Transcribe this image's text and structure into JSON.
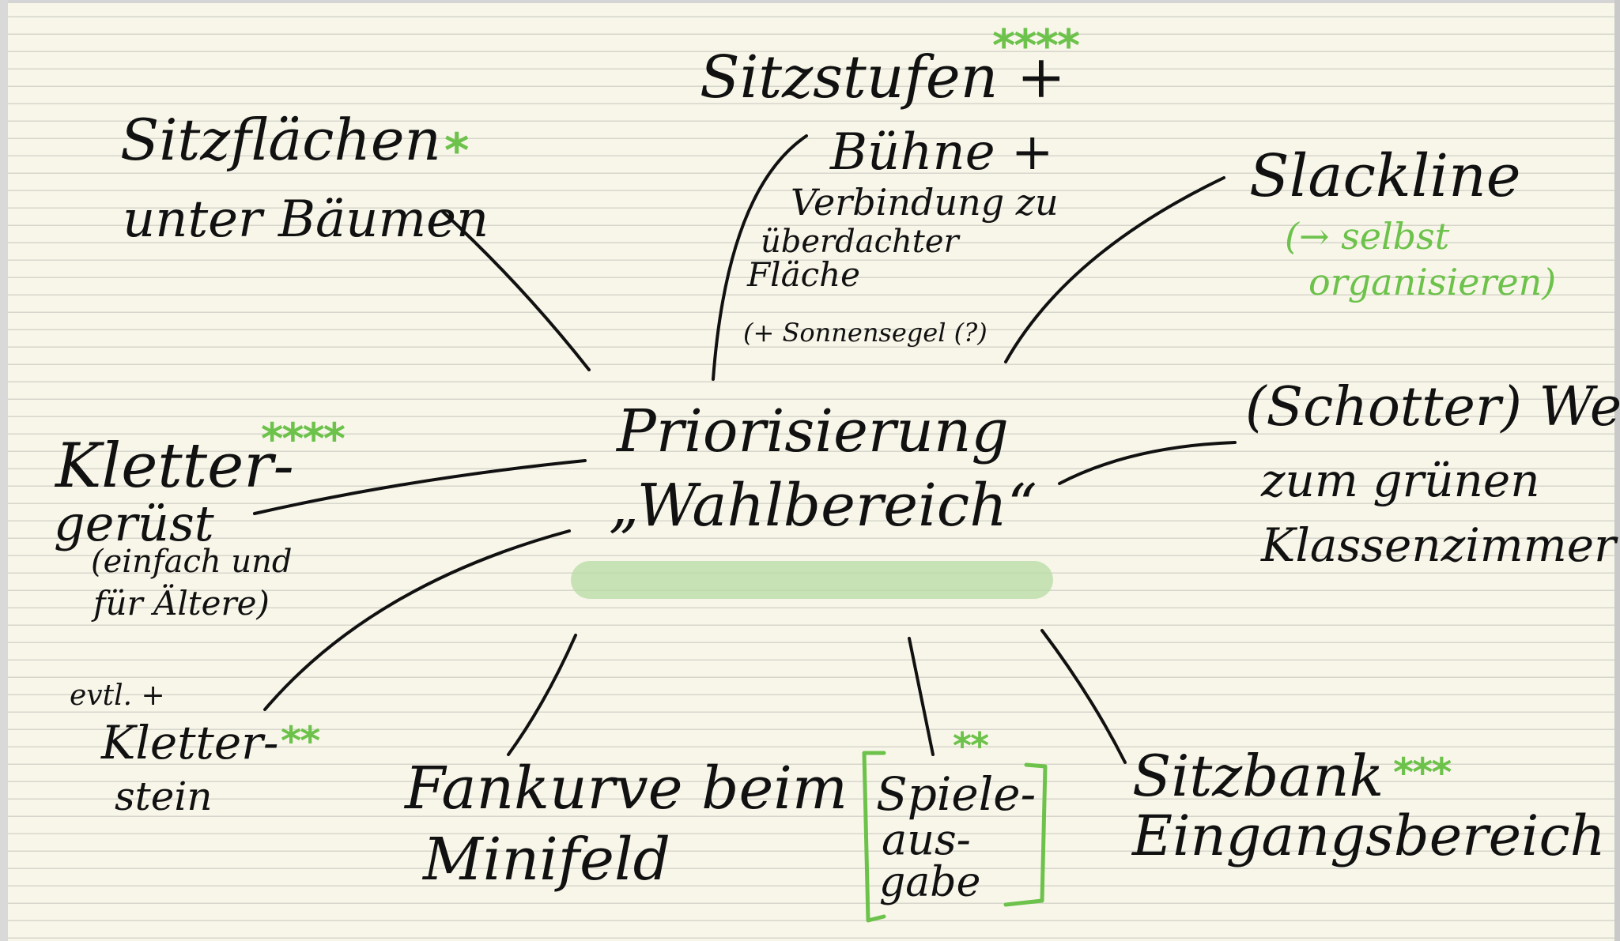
{
  "center": {
    "line1": "Priorisierung",
    "line2": "„Wahlbereich“"
  },
  "nodes": {
    "sitzflaechen": {
      "line1": "Sitzflächen",
      "line2": "unter Bäumen",
      "stars": "*"
    },
    "sitzstufen": {
      "title": "Sitzstufen +",
      "stars": "****",
      "line2": "Bühne +",
      "line3": "Verbindung zu",
      "line4": "überdachter",
      "line5": "Fläche",
      "note": "(+ Sonnensegel (?)"
    },
    "slackline": {
      "title": "Slackline",
      "note1": "(→ selbst",
      "note2": "organisieren)"
    },
    "schotterweg": {
      "line1": "(Schotter) Weg",
      "line2": "zum grünen",
      "line3": "Klassenzimmer"
    },
    "klettergeruest": {
      "line1": "Kletter-",
      "line2": "gerüst",
      "note1": "(einfach und",
      "note2": "für Ältere)",
      "stars": "****"
    },
    "kletterstein": {
      "pre": "evtl. +",
      "line1": "Kletter-",
      "line2": "stein",
      "stars": "**"
    },
    "fankurve": {
      "line1": "Fankurve beim",
      "line2": "Minifeld"
    },
    "spieleausgabe": {
      "line1": "Spiele-",
      "line2": "aus-",
      "line3": "gabe",
      "stars": "**"
    },
    "sitzbank": {
      "line1": "Sitzbank",
      "line2": "Eingangsbereich",
      "stars": "***"
    }
  },
  "colors": {
    "ink": "#111111",
    "accent": "#6cc24a",
    "highlight": "#b7dca4",
    "paper": "#f8f6e9",
    "rule": "#d7d6cc"
  }
}
